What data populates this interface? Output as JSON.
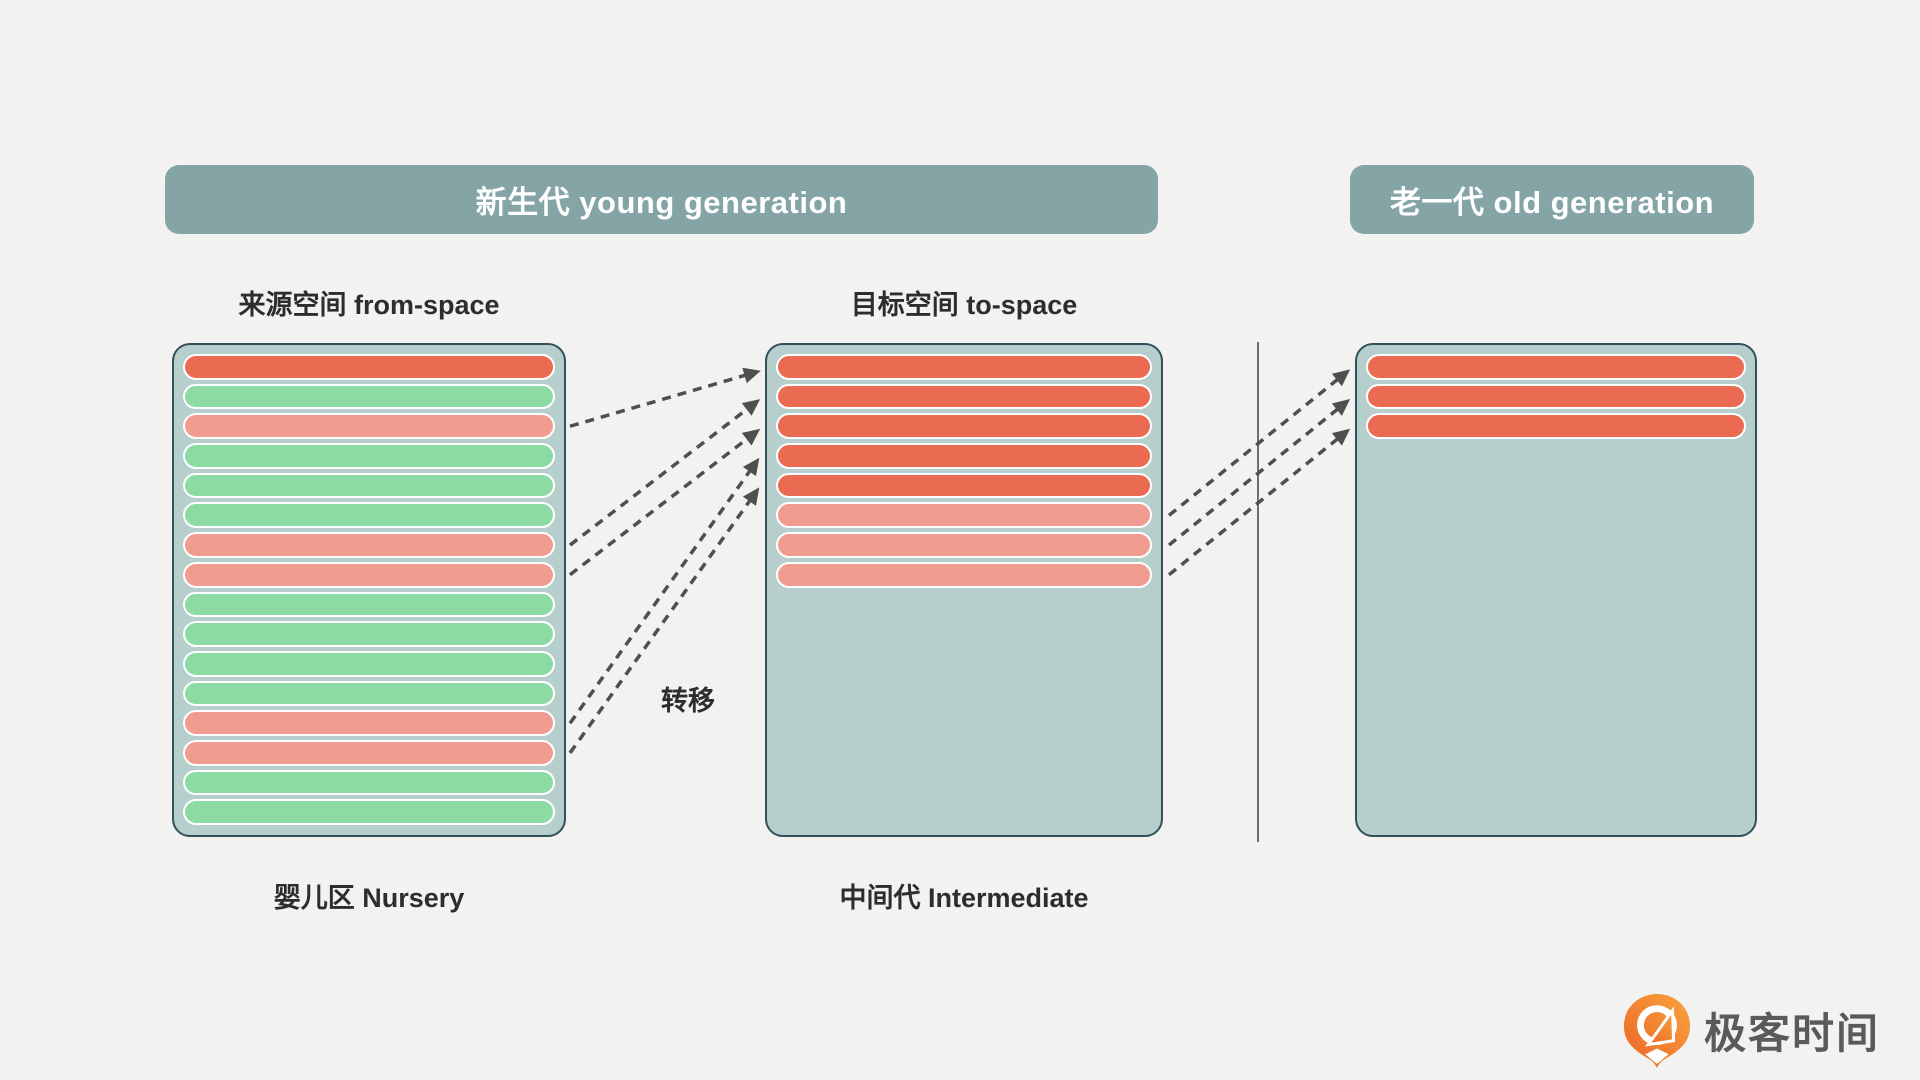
{
  "headers": {
    "young": {
      "label": "新生代 young generation"
    },
    "old": {
      "label": "老一代 old generation"
    }
  },
  "labels": {
    "from_space": "来源空间 from-space",
    "to_space": "目标空间 to-space",
    "nursery": "婴儿区 Nursery",
    "intermediate": "中间代 Intermediate",
    "transfer": "转移"
  },
  "colors": {
    "background": "#F2F3F1",
    "header_bg": "#84A4A5",
    "container_bg": "#B6CECC",
    "container_border": "#33505B",
    "bar_red": "#EA6A52",
    "bar_salmon": "#F19C90",
    "bar_green": "#8CDBA5",
    "bar_stroke": "#FFFFFF",
    "arrow": "#4F4F4F",
    "divider": "#6E6E6E",
    "label_text": "#2D2D2D",
    "logo_orange_light": "#F8A43F",
    "logo_orange_dark": "#EC6426",
    "logo_text": "#595A5C"
  },
  "diagram": {
    "from_space_bars": [
      "red",
      "green",
      "salmon",
      "green",
      "green",
      "green",
      "salmon",
      "salmon",
      "green",
      "green",
      "green",
      "green",
      "salmon",
      "salmon",
      "green",
      "green"
    ],
    "to_space_bars": [
      "red",
      "red",
      "red",
      "red",
      "red",
      "salmon",
      "salmon",
      "salmon"
    ],
    "old_generation_bars": [
      "red",
      "red",
      "red"
    ],
    "arrows_from_to_space": [
      {
        "from_bar": 3,
        "to_bar": 1
      },
      {
        "from_bar": 7,
        "to_bar": 2
      },
      {
        "from_bar": 8,
        "to_bar": 3
      },
      {
        "from_bar": 13,
        "to_bar": 4
      },
      {
        "from_bar": 14,
        "to_bar": 5
      }
    ],
    "arrows_to_old_generation": [
      {
        "from_bar": 6,
        "to_bar": 1
      },
      {
        "from_bar": 7,
        "to_bar": 2
      },
      {
        "from_bar": 8,
        "to_bar": 3
      }
    ]
  },
  "logo": {
    "text": "极客时间"
  }
}
